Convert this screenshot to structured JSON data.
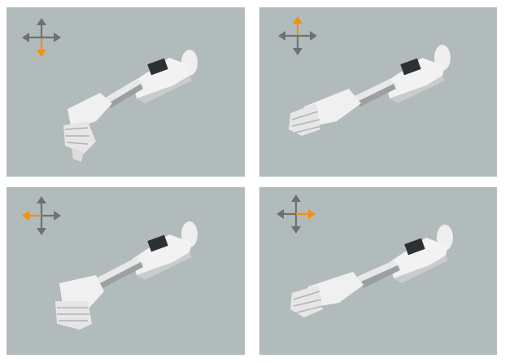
{
  "colors": {
    "background": "#ffffff",
    "panel_bg": "#b1bbbb",
    "arrow_default": "#707070",
    "arrow_active": "#f0900f",
    "arm_light": "#f2f2f2",
    "arm_shadow": "#c8cccc",
    "arm_joint": "#2e3134"
  },
  "panels": [
    {
      "active_direction": "down",
      "hand_pose": "fist",
      "icon": "directional-arrows-icon"
    },
    {
      "active_direction": "up",
      "hand_pose": "open-hand",
      "icon": "directional-arrows-icon"
    },
    {
      "active_direction": "left",
      "hand_pose": "fist",
      "icon": "directional-arrows-icon"
    },
    {
      "active_direction": "right",
      "hand_pose": "open-hand",
      "icon": "directional-arrows-icon"
    }
  ]
}
